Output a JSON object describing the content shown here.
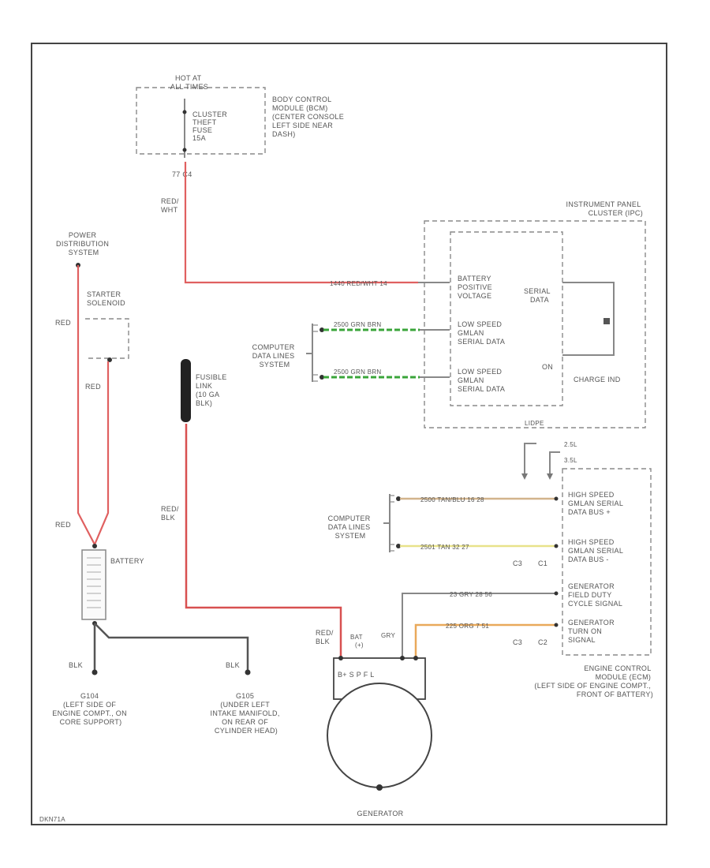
{
  "colors": {
    "frame": "#444444",
    "red_wire": "#e06060",
    "green_wire": "#3aa53a",
    "tan_wire": "#d2b48c",
    "yellow_wire": "#e8e28a",
    "orange_wire": "#e9a95b",
    "gray_wire": "#888888"
  },
  "bcm": {
    "hot_label": [
      "HOT AT",
      "ALL TIMES"
    ],
    "fuse_label": [
      "CLUSTER",
      "THEFT",
      "FUSE",
      "15A"
    ],
    "module_label": [
      "BODY CONTROL",
      "MODULE (BCM)",
      "(CENTER CONSOLE",
      "LEFT SIDE NEAR",
      "DASH)"
    ],
    "connector": "77  C4"
  },
  "wires": {
    "bcm_out": [
      "RED/",
      "WHT"
    ],
    "ipc_batt": "1440  RED/WHT  14",
    "pds_red": "RED",
    "starter_red": "RED",
    "battery_red": "RED",
    "fusible_out": [
      "RED/",
      "BLK"
    ],
    "gen_in": [
      "RED/",
      "BLK"
    ],
    "gen_bat": [
      "BAT",
      "(+)"
    ],
    "gen_gry": "GRY",
    "ground1": "BLK",
    "ground2": "BLK",
    "green1": "2500  GRN  BRN",
    "green2": "2500  GRN  BRN",
    "tan": "2500  TAN/BLU  16  28",
    "yellow": "2501  TAN  32  27",
    "gry_sig": "23  GRY  28  56",
    "org_sig": "225  ORG  7  51",
    "ecm_conn1": "C3",
    "ecm_conn2": "C1",
    "ecm_conn3": "C3",
    "ecm_conn4": "C2",
    "ecm_pin1": "2.5L",
    "ecm_pin2": "3.5L"
  },
  "power_distribution": [
    "POWER",
    "DISTRIBUTION",
    "SYSTEM"
  ],
  "starter": [
    "STARTER",
    "SOLENOID"
  ],
  "fusible_link": [
    "FUSIBLE",
    "LINK",
    "(10 GA",
    "BLK)"
  ],
  "battery": "BATTERY",
  "computer_data_1": [
    "COMPUTER",
    "DATA LINES",
    "SYSTEM"
  ],
  "computer_data_2": [
    "COMPUTER",
    "DATA LINES",
    "SYSTEM"
  ],
  "ipc": {
    "title": [
      "INSTRUMENT PANEL",
      "CLUSTER (IPC)"
    ],
    "battery_voltage": [
      "BATTERY",
      "POSITIVE",
      "VOLTAGE"
    ],
    "serial_data": [
      "SERIAL",
      "DATA"
    ],
    "low_speed_1": [
      "LOW SPEED",
      "GMLAN",
      "SERIAL DATA"
    ],
    "low_speed_2": [
      "LOW SPEED",
      "GMLAN",
      "SERIAL DATA"
    ],
    "on": "ON",
    "charge_ind": "CHARGE IND",
    "connector": "LIDPE"
  },
  "ecm": {
    "high_speed_plus": [
      "HIGH SPEED",
      "GMLAN SERIAL",
      "DATA BUS +"
    ],
    "high_speed_minus": [
      "HIGH SPEED",
      "GMLAN SERIAL",
      "DATA BUS -"
    ],
    "gen_field": [
      "GENERATOR",
      "FIELD DUTY",
      "CYCLE SIGNAL"
    ],
    "gen_turn_on": [
      "GENERATOR",
      "TURN ON",
      "SIGNAL"
    ],
    "title": [
      "ENGINE CONTROL",
      "MODULE (ECM)",
      "(LEFT SIDE OF ENGINE COMPT.,",
      "FRONT OF BATTERY)"
    ]
  },
  "generator": {
    "terminals": "B+ S  P     F  L",
    "label": "GENERATOR"
  },
  "grounds": {
    "g104": [
      "G104",
      "(LEFT SIDE OF",
      "ENGINE COMPT., ON",
      "CORE SUPPORT)"
    ],
    "g105": [
      "G105",
      "(UNDER LEFT",
      "INTAKE MANIFOLD,",
      "ON REAR OF",
      "CYLINDER HEAD)"
    ]
  },
  "footer": "DKN71A"
}
